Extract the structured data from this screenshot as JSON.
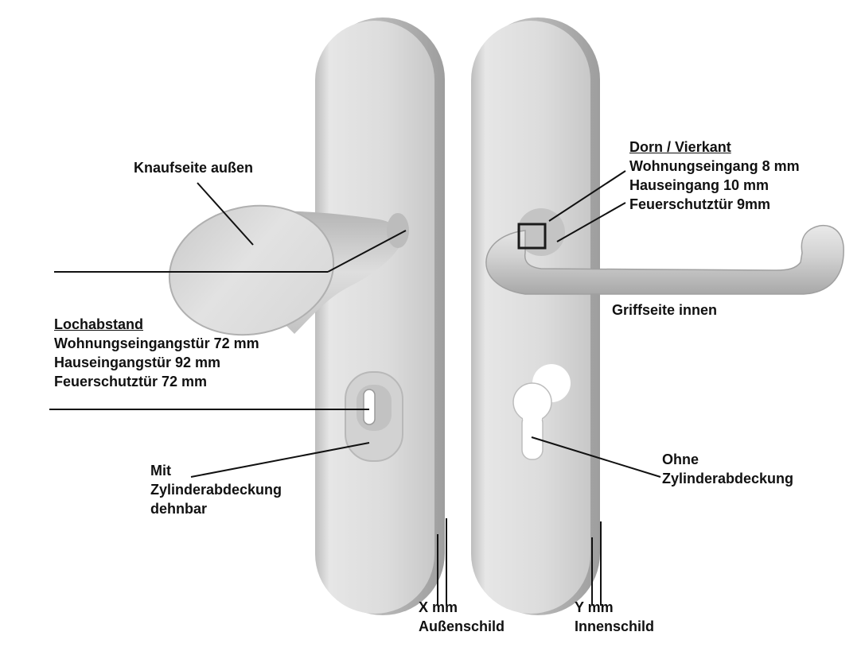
{
  "labels": {
    "knob_outside": "Knaufseite außen",
    "spindle": {
      "title": "Dorn / Vierkant",
      "lines": [
        "Wohnungseingang 8 mm",
        "Hauseingang 10 mm",
        "Feuerschutztür 9mm"
      ]
    },
    "handle_inside": "Griffseite innen",
    "hole_distance": {
      "title": "Lochabstand",
      "lines": [
        "Wohnungseingangstür 72 mm",
        "Hauseingangstür 92 mm",
        "Feuerschutztür 72 mm"
      ]
    },
    "with_cover": [
      "Mit",
      "Zylinderabdeckung",
      "dehnbar"
    ],
    "without_cover": [
      "Ohne",
      "Zylinderabdeckung"
    ],
    "outer_plate": [
      "X mm",
      "Außenschild"
    ],
    "inner_plate": [
      "Y mm",
      "Innenschild"
    ]
  },
  "colors": {
    "steel_light": "#e8e8e8",
    "steel_mid": "#cfcfcf",
    "steel_dark": "#a9a9a9",
    "line": "#111111",
    "marker": "#1a1a1a"
  }
}
